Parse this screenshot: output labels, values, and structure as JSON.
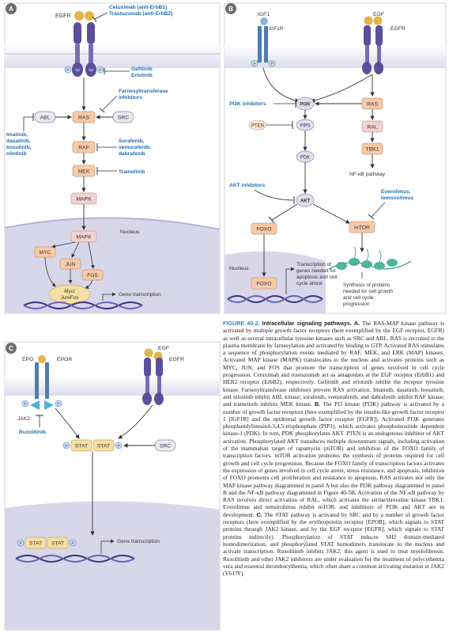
{
  "panels": {
    "a": "A",
    "b": "B",
    "c": "C"
  },
  "colors": {
    "blue_text": "#1f6fb4",
    "membrane": "#e7e7f2",
    "nucleus": "#d8d7ea",
    "box_orange": "#f6c9a7",
    "receptor_purple": "#5b4e9a",
    "ligand_gold": "#e6b24a",
    "node_pink": "#f3d2d2"
  },
  "panelA": {
    "egfr": "EGFR",
    "drugs_top": [
      "Cetuximab (anti-ErbB1)",
      "Trastuzumab (anti-ErbB2)"
    ],
    "tyr_kinase_drugs": [
      "Gefitinib",
      "Erlotinib"
    ],
    "p": "P",
    "tyr": "Tyr",
    "farnesyl": [
      "Farnesyltransferase",
      "inhibitors"
    ],
    "abl": "ABL",
    "ras": "RAS",
    "src": "SRC",
    "abl_drugs": [
      "Imatinib,",
      "dasatinib,",
      "bosutinib,",
      "nilotinib"
    ],
    "raf": "RAF",
    "raf_drugs": [
      "Sorafenib,",
      "vemurafenib,",
      "dabrafenib"
    ],
    "mek": "MEK",
    "mek_drug": "Trametinib",
    "mapk": "MAPK",
    "nucleus": "Nucleus",
    "myc": "MYC",
    "jun": "JUN",
    "fos": "FOS",
    "complex": [
      "Myc/",
      "Jun/Fos"
    ],
    "gene_transcription": "Gene transcription"
  },
  "panelB": {
    "igf1": "IGF1",
    "igf1r": "IGF1R",
    "egf": "EGF",
    "egfr": "EGFR",
    "pi3k_inhib": "PI3K inhibitors",
    "pi3k": "PI3K",
    "ras": "RAS",
    "pten": "PTEN",
    "pip3": "PIP3",
    "ral": "RAL",
    "tbk1": "TBK1",
    "pdk": "PDK",
    "nfkb": "NF-κB pathway",
    "akt_inhib": "AKT inhibitors",
    "akt": "AKT",
    "everolimus": [
      "Everolimus,",
      "temsirolimus"
    ],
    "foxo": "FOXO",
    "mtor": "mTOR",
    "nucleus": "Nucleus",
    "foxo_text": [
      "Transcription of",
      "genes needed for",
      "apoptosis and cell",
      "cycle arrest"
    ],
    "synthesis": [
      "Synthesis of proteins",
      "needed for cell growth",
      "and cell cycle",
      "progression"
    ]
  },
  "panelC": {
    "epo": "EPO",
    "epor": "EPOR",
    "egf": "EGF",
    "egfr": "EGFR",
    "jak2": "JAK2",
    "ruxolitinib": "Ruxolitinib",
    "stat": "STAT",
    "src": "SRC",
    "gene_transcription": "Gene transcription"
  },
  "caption": {
    "figure": "FIGURE 40-2.",
    "title": "Intracellular signaling pathways.",
    "a_label": "A.",
    "a_text": "The RAS-MAP kinase pathway is activated by multiple growth factor receptors (here exemplified by the EGF receptor, EGFR) as well as several intracellular tyrosine kinases such as SRC and ABL. RAS is recruited to the plasma membrane by farnesylation and activated by binding to GTP. Activated RAS stimulates a sequence of phosphorylation events mediated by RAF, MEK, and ERK (MAP) kinases. Activated MAP kinase (MAPK) translocates to the nucleus and activates proteins such as MYC, JUN, and FOS that promote the transcription of genes involved in cell cycle progression. Cetuximab and trastuzumab act as antagonists at the EGF receptor (ErbB1) and HER2 receptor (ErbB2), respectively. Gefitinib and erlotinib inhibit the receptor tyrosine kinase. Farnesyltransferase inhibitors prevent RAS activation. Imatinib, dasatinib, bosutinib, and nilotinib inhibit ABL kinase; sorafenib, vemurafenib, and dabrafenib inhibit RAF kinase; and trametinib inhibits MEK kinase.",
    "b_label": "B.",
    "b_text": "The PI3 kinase (PI3K) pathway is activated by a number of growth factor receptors (here exemplified by the insulin-like growth factor receptor 1 [IGF1R] and the epidermal growth factor receptor [EGFR]). Activated PI3K generates phosphatidylinositol-3,4,5-trisphosphate (PIP3), which activates phosphoinositide dependent kinase-1 (PDK). In turn, PDK phosphorylates AKT. PTEN is an endogenous inhibitor of AKT activation. Phosphorylated AKT transduces multiple downstream signals, including activation of the mammalian target of rapamycin (mTOR) and inhibition of the FOXO family of transcription factors. mTOR activation promotes the synthesis of proteins required for cell growth and cell cycle progression. Because the FOXO family of transcription factors activates the expression of genes involved in cell cycle arrest, stress resistance, and apoptosis, inhibition of FOXO promotes cell proliferation and resistance to apoptosis. RAS activates not only the MAP kinase pathway diagrammed in panel A but also the PI3K pathway diagrammed in panel B and the NF-κB pathway diagrammed in Figure 40-5B. Activation of the NF-κB pathway by RAS involves direct activation of RAL, which activates the serine/threonine kinase TBK1. Everolimus and temsirolimus inhibit mTOR, and inhibitors of PI3K and AKT are in development.",
    "c_label": "C.",
    "c_text": "The STAT pathway is activated by SRC and by a number of growth factor receptors (here exemplified by the erythropoietin receptor [EPOR], which signals to STAT proteins through JAK2 kinase, and by the EGF receptor [EGFR], which signals to STAT proteins indirectly). Phosphorylation of STAT induces SH2 domain-mediated homodimerization, and phosphorylated STAT homodimers translocate to the nucleus and activate transcription. Ruxolitinib inhibits JAK2; this agent is used to treat myelofibrosis. Ruxolitinib and other JAK2 inhibitors are under evaluation for the treatment of polycythemia vera and essential thrombocythemia, which often share a common activating mutation in JAK2 (V617F)."
  }
}
